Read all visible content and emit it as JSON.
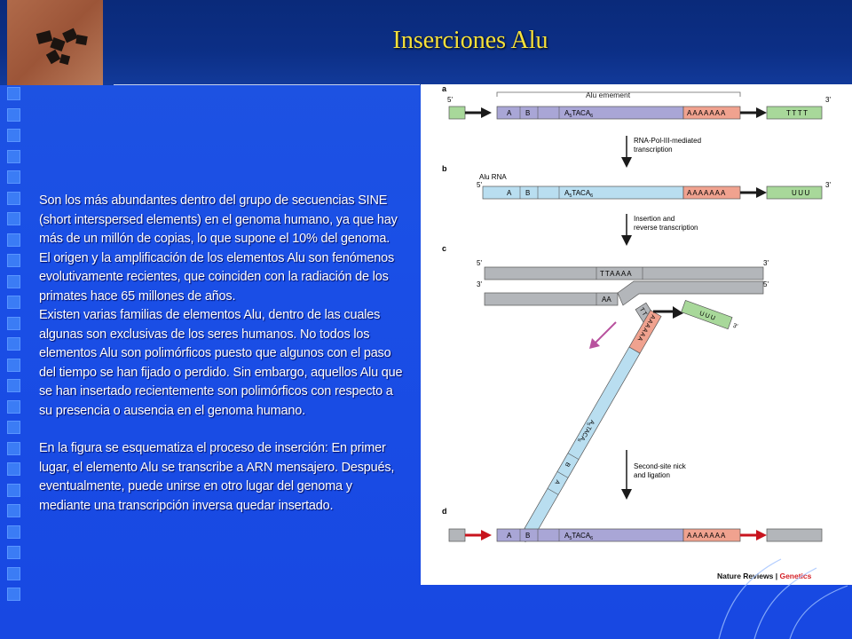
{
  "slide": {
    "title": "Inserciones Alu",
    "paragraphs": [
      "Son los más abundantes dentro del grupo de secuencias SINE (short interspersed elements) en el genoma humano, ya que hay más de un millón de copias, lo que supone el 10% del genoma. El origen y la amplificación de los elementos Alu son fenómenos evolutivamente recientes, que coinciden con la radiación de los primates hace 65 millones de años.",
      "Existen varias familias de elementos Alu, dentro de las cuales algunas son exclusivas de los seres humanos. No todos los elementos Alu son polimórficos puesto que algunos con el paso del tiempo se han fijado o perdido. Sin embargo, aquellos Alu que se han insertado recientemente son polimórficos con respecto a su presencia o ausencia en el genoma humano.",
      "En la figura se esquematiza el proceso de inserción: En primer lugar, el elemento Alu se transcribe a ARN mensajero. Después, eventualmente, puede unirse en otro lugar del genoma y mediante una transcripción inversa quedar insertado."
    ]
  },
  "figure": {
    "panel_a": "a",
    "panel_b": "b",
    "panel_c": "c",
    "panel_d": "d",
    "five_prime": "5'",
    "three_prime": "3'",
    "alu_element_label": "Alu emement",
    "alu_rna_label": "Alu RNA",
    "seg_a": "A",
    "seg_b": "B",
    "seg_a5": "A",
    "seg_a5_sub": "5",
    "seg_taca": "TACA",
    "seg_taca_sub": "6",
    "poly_a": "AAAAAAA",
    "poly_a6": "AAAAAA",
    "tttt": "TTTT",
    "uuu": "UUU",
    "ttaaaa": "TTAAAA",
    "aa": "AA",
    "step1": "RNA-Pol-III-mediated transcription",
    "step1_l1": "RNA-Pol-III-mediated",
    "step1_l2": "transcription",
    "step2_l1": "Insertion and",
    "step2_l2": "reverse transcription",
    "step3_l1": "Second-site nick",
    "step3_l2": "and ligation",
    "credit_left": "Nature Reviews",
    "credit_sep": "|",
    "credit_right": "Genetics"
  },
  "colors": {
    "title": "#f7e13a",
    "alu_dna": "#a9a6d6",
    "alu_rna": "#b9def0",
    "poly_a": "#f0a28f",
    "flank_green": "#a8d89a",
    "dna_grey": "#b3b6ba",
    "arrow_red": "#c8141e",
    "credit_red": "#d41f26"
  }
}
